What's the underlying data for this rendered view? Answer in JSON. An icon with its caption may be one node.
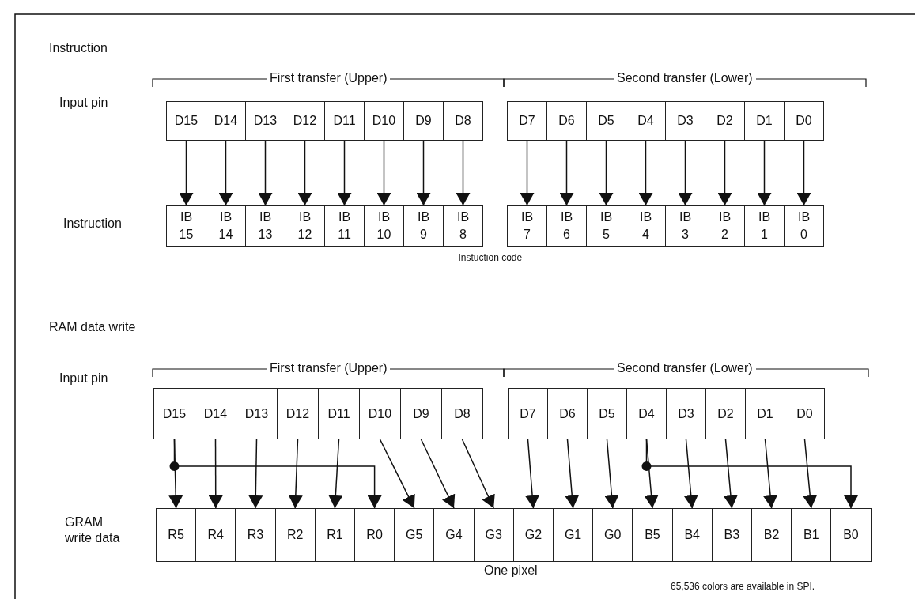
{
  "diagram": {
    "nodes": [
      {
        "text": [
          "D15"
        ]
      },
      {
        "text": [
          "D14"
        ]
      },
      {
        "text": [
          "D13"
        ]
      },
      {
        "text": [
          "D12"
        ]
      },
      {
        "text": [
          "D11"
        ]
      },
      {
        "text": [
          "D10"
        ]
      },
      {
        "text": [
          "D9"
        ]
      },
      {
        "text": [
          "D8"
        ]
      },
      {
        "text": [
          "D7"
        ]
      },
      {
        "text": [
          "D6"
        ]
      },
      {
        "text": [
          "D5"
        ]
      },
      {
        "text": [
          "D4"
        ]
      },
      {
        "text": [
          "D3"
        ]
      },
      {
        "text": [
          "D2"
        ]
      },
      {
        "text": [
          "D1"
        ]
      },
      {
        "text": [
          "D0"
        ]
      },
      {
        "text": [
          "IB 15"
        ]
      },
      {
        "text": [
          "IB 14"
        ]
      },
      {
        "text": [
          "IB 13"
        ]
      },
      {
        "text": [
          "IB 12"
        ]
      },
      {
        "text": [
          "IB 11"
        ]
      },
      {
        "text": [
          "IB 10"
        ]
      },
      {
        "text": [
          "IB 9"
        ]
      },
      {
        "text": [
          "IB 8"
        ]
      },
      {
        "text": [
          "IB 7"
        ]
      },
      {
        "text": [
          "IB 6"
        ]
      },
      {
        "text": [
          "IB 5"
        ]
      },
      {
        "text": [
          "IB 4"
        ]
      },
      {
        "text": [
          "IB 3"
        ]
      },
      {
        "text": [
          "IB 2"
        ]
      },
      {
        "text": [
          "IB 1"
        ]
      },
      {
        "text": [
          "IB 0"
        ]
      },
      {
        "text": [
          "D15"
        ]
      },
      {
        "text": [
          "D14"
        ]
      },
      {
        "text": [
          "D13"
        ]
      },
      {
        "text": [
          "D12"
        ]
      },
      {
        "text": [
          "D11"
        ]
      },
      {
        "text": [
          "D10"
        ]
      },
      {
        "text": [
          "D9"
        ]
      },
      {
        "text": [
          "D8"
        ]
      },
      {
        "text": [
          "D7"
        ]
      },
      {
        "text": [
          "D6"
        ]
      },
      {
        "text": [
          "D5"
        ]
      },
      {
        "text": [
          "D4"
        ]
      },
      {
        "text": [
          "D3"
        ]
      },
      {
        "text": [
          "D2"
        ]
      },
      {
        "text": [
          "D1"
        ]
      },
      {
        "text": [
          "D0"
        ]
      },
      {
        "text": [
          "R5"
        ]
      },
      {
        "text": [
          "R4"
        ]
      },
      {
        "text": [
          "R3"
        ]
      },
      {
        "text": [
          "R2"
        ]
      },
      {
        "text": [
          "R1"
        ]
      },
      {
        "text": [
          "R0"
        ]
      },
      {
        "text": [
          "G5"
        ]
      },
      {
        "text": [
          "G4"
        ]
      },
      {
        "text": [
          "G3"
        ]
      },
      {
        "text": [
          "G2"
        ]
      },
      {
        "text": [
          "G1"
        ]
      },
      {
        "text": [
          "G0"
        ]
      },
      {
        "text": [
          "B5"
        ]
      },
      {
        "text": [
          "B4"
        ]
      },
      {
        "text": [
          "B3"
        ]
      },
      {
        "text": [
          "B2"
        ]
      },
      {
        "text": [
          "B1"
        ]
      },
      {
        "text": [
          "B0"
        ]
      }
    ],
    "edges": [
      {
        "from": 0,
        "to": 16,
        "arrow": "to"
      },
      {
        "from": 1,
        "to": 17,
        "arrow": "to"
      },
      {
        "from": 2,
        "to": 18,
        "arrow": "to"
      },
      {
        "from": 3,
        "to": 19,
        "arrow": "to"
      },
      {
        "from": 4,
        "to": 20,
        "arrow": "to"
      },
      {
        "from": 5,
        "to": 21,
        "arrow": "to"
      },
      {
        "from": 6,
        "to": 22,
        "arrow": "to"
      },
      {
        "from": 7,
        "to": 23,
        "arrow": "to"
      },
      {
        "from": 8,
        "to": 24,
        "arrow": "to"
      },
      {
        "from": 9,
        "to": 25,
        "arrow": "to"
      },
      {
        "from": 10,
        "to": 26,
        "arrow": "to"
      },
      {
        "from": 11,
        "to": 27,
        "arrow": "to"
      },
      {
        "from": 12,
        "to": 28,
        "arrow": "to"
      },
      {
        "from": 13,
        "to": 29,
        "arrow": "to"
      },
      {
        "from": 14,
        "to": 30,
        "arrow": "to"
      },
      {
        "from": 15,
        "to": 31,
        "arrow": "to"
      },
      {
        "from": 32,
        "to": 48,
        "arrow": "to"
      },
      {
        "from": 32,
        "to": 53,
        "arrow": "to"
      },
      {
        "from": 33,
        "to": 49,
        "arrow": "to"
      },
      {
        "from": 34,
        "to": 50,
        "arrow": "to"
      },
      {
        "from": 35,
        "to": 51,
        "arrow": "to"
      },
      {
        "from": 36,
        "to": 52,
        "arrow": "to"
      },
      {
        "from": 37,
        "to": 54,
        "arrow": "to"
      },
      {
        "from": 38,
        "to": 55,
        "arrow": "to"
      },
      {
        "from": 39,
        "to": 56,
        "arrow": "to"
      },
      {
        "from": 40,
        "to": 57,
        "arrow": "to"
      },
      {
        "from": 41,
        "to": 58,
        "arrow": "to"
      },
      {
        "from": 42,
        "to": 59,
        "arrow": "to"
      },
      {
        "from": 43,
        "to": 60,
        "arrow": "to"
      },
      {
        "from": 43,
        "to": 65,
        "arrow": "to"
      },
      {
        "from": 44,
        "to": 61,
        "arrow": "to"
      },
      {
        "from": 45,
        "to": 62,
        "arrow": "to"
      },
      {
        "from": 46,
        "to": 63,
        "arrow": "to"
      },
      {
        "from": 47,
        "to": 64,
        "arrow": "to"
      }
    ],
    "labels": [
      "Instruction",
      "First transfer (Upper)",
      "Second transfer (Lower)",
      "Input pin",
      "Instruction",
      "Instuction code",
      "RAM data write",
      "First transfer (Upper)",
      "Second transfer (Lower)",
      "Input pin",
      "GRAM write data",
      "One pixel",
      "65,536 colors are available in SPI."
    ]
  }
}
